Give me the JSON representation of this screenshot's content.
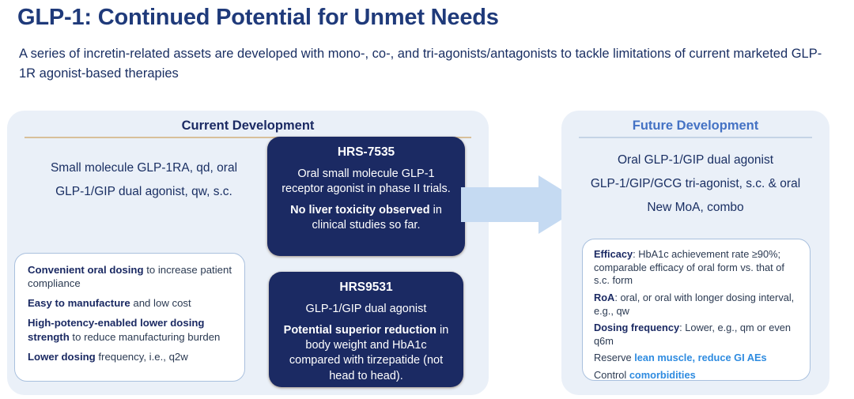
{
  "header": {
    "title": "GLP-1: Continued Potential for Unmet Needs",
    "subtitle": "A series of incretin-related assets are developed with mono-, co-, and tri-agonists/antagonists to tackle limitations of current marketed GLP-1R agonist-based therapies"
  },
  "colors": {
    "title_blue": "#1f3a7a",
    "navy": "#1b2a63",
    "panel_bg": "#eaf0f8",
    "future_header_blue": "#4472c4",
    "highlight_blue": "#2e8be0",
    "arrow_blue": "#c5daf2",
    "left_divider_tan": "#d8c09a",
    "right_divider": "#c5d4e6"
  },
  "left_panel": {
    "header": "Current Development",
    "lines": [
      "Small molecule GLP-1RA, qd, oral",
      "GLP-1/GIP dual agonist, qw, s.c."
    ],
    "benefits_box": {
      "items": [
        {
          "bold": "Convenient oral dosing",
          "rest": " to increase patient compliance"
        },
        {
          "bold": "Easy to manufacture",
          "rest": " and low cost"
        },
        {
          "bold": "High-potency-enabled lower dosing strength",
          "rest": " to reduce manufacturing burden"
        },
        {
          "bold": "Lower dosing",
          "rest": " frequency, i.e., q2w"
        }
      ]
    }
  },
  "cards": [
    {
      "title": "HRS-7535",
      "body_plain": "Oral small molecule GLP-1 receptor agonist in phase II trials.",
      "body_bold": "No liver toxicity observed",
      "body_bold_rest": " in clinical studies so far."
    },
    {
      "title": "HRS9531",
      "body_plain": "GLP-1/GIP dual agonist",
      "body_bold": "Potential superior reduction",
      "body_bold_rest": " in body weight and HbA1c compared with tirzepatide (not head to head)."
    }
  ],
  "arrow": {
    "name": "right-arrow",
    "direction": "right"
  },
  "right_panel": {
    "header": "Future Development",
    "lines": [
      "Oral GLP-1/GIP dual agonist",
      "GLP-1/GIP/GCG tri-agonist, s.c. & oral",
      "New MoA, combo"
    ],
    "goals_box": {
      "items": [
        {
          "label": "Efficacy",
          "sep": ": ",
          "text": "HbA1c achievement rate ≥90%; comparable efficacy of oral form vs. that of s.c. form"
        },
        {
          "label": "RoA",
          "sep": ": ",
          "text": "oral, or oral with longer dosing interval, e.g., qw"
        },
        {
          "label": "Dosing frequency",
          "sep": ": ",
          "text": "Lower, e.g., qm or even q6m"
        },
        {
          "lead": "Reserve ",
          "highlight": "lean muscle, reduce GI AEs",
          "text": ""
        },
        {
          "lead": "Control ",
          "highlight": "comorbidities",
          "text": ""
        }
      ]
    }
  }
}
